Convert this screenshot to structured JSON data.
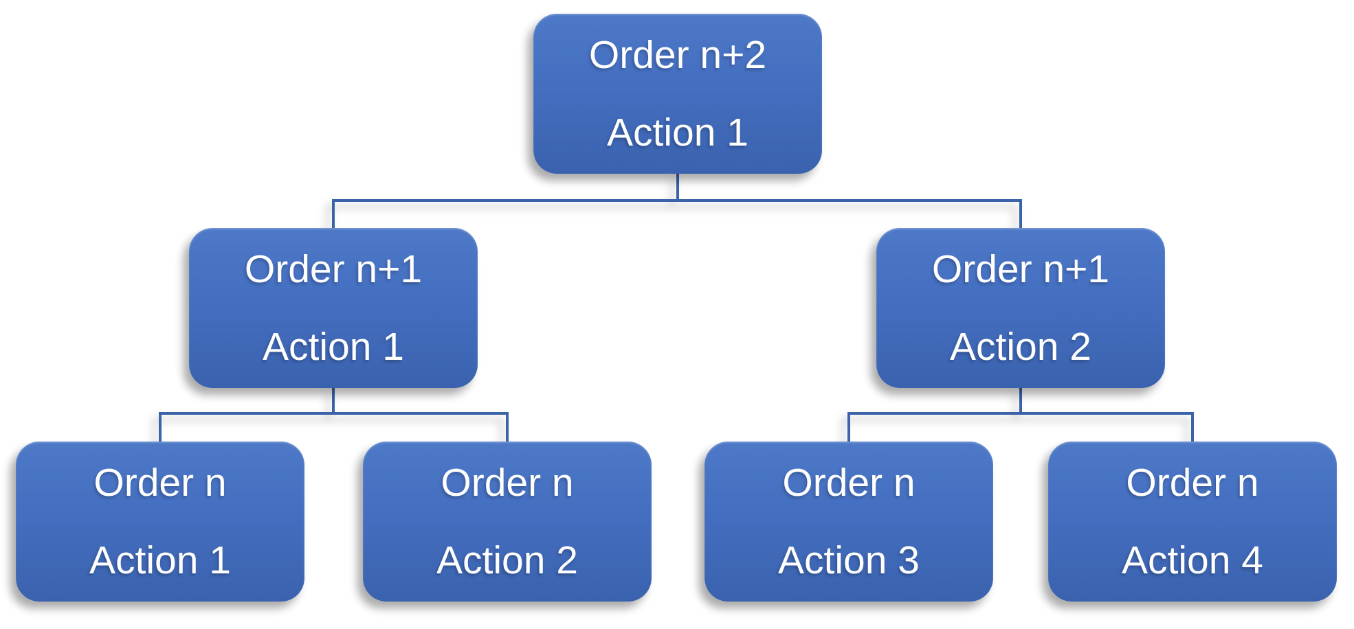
{
  "diagram": {
    "type": "hierarchy-org-chart",
    "nodes": [
      {
        "line1": "Order n+2",
        "line2": "Action 1"
      },
      {
        "line1": "Order n+1",
        "line2": "Action 1"
      },
      {
        "line1": "Order n+1",
        "line2": "Action 2"
      },
      {
        "line1": "Order n",
        "line2": "Action 1"
      },
      {
        "line1": "Order n",
        "line2": "Action 2"
      },
      {
        "line1": "Order n",
        "line2": "Action 3"
      },
      {
        "line1": "Order n",
        "line2": "Action 4"
      }
    ],
    "hierarchy": {
      "root": 0,
      "children": {
        "0": [
          1,
          2
        ],
        "1": [
          3,
          4
        ],
        "2": [
          5,
          6
        ]
      }
    },
    "colors": {
      "background": "#ffffff",
      "node_gradient_top": "#4d79c7",
      "node_gradient_bottom": "#3a62ae",
      "connector": "#3b63a9",
      "text": "#ffffff"
    }
  }
}
